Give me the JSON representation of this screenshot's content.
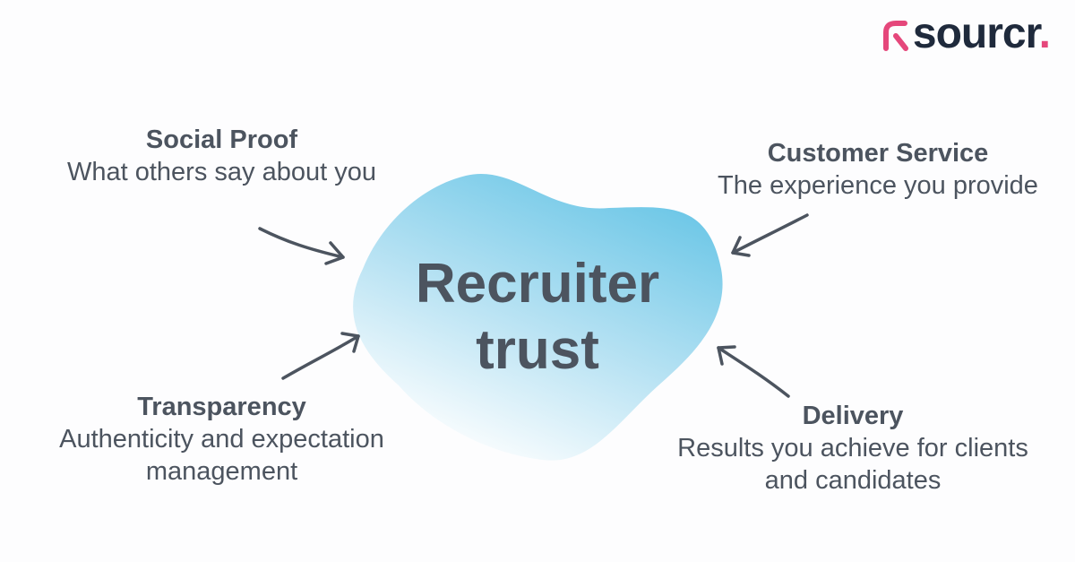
{
  "logo": {
    "text": "sourcr",
    "dot": ".",
    "brand_color": "#e5477b",
    "text_color": "#1f2a3c"
  },
  "center": {
    "line1": "Recruiter",
    "line2": "trust"
  },
  "blob_colors": {
    "light": "#ffffff",
    "dark": "#62c3e5"
  },
  "factors": {
    "social_proof": {
      "title": "Social Proof",
      "description": "What others say about you"
    },
    "customer_service": {
      "title": "Customer Service",
      "description": "The experience you provide"
    },
    "transparency": {
      "title": "Transparency",
      "description": "Authenticity and expectation management"
    },
    "delivery": {
      "title": "Delivery",
      "description": "Results you achieve for clients and candidates"
    }
  }
}
